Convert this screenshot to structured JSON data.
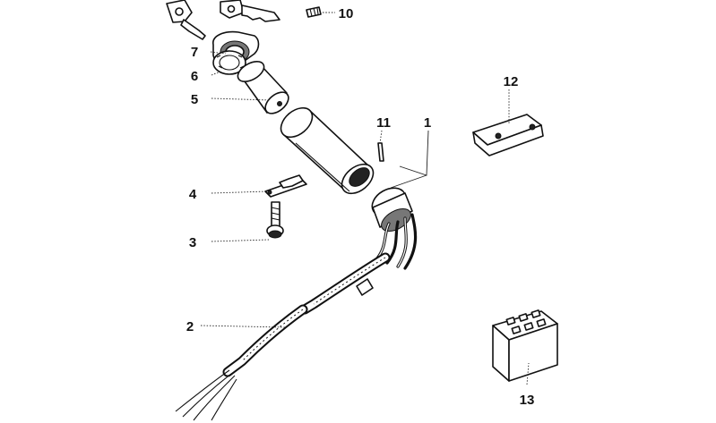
{
  "callouts": {
    "c1": "1",
    "c2": "2",
    "c3": "3",
    "c4": "4",
    "c5": "5",
    "c6": "6",
    "c7": "7",
    "c10": "10",
    "c11": "11",
    "c12": "12",
    "c13": "13"
  }
}
